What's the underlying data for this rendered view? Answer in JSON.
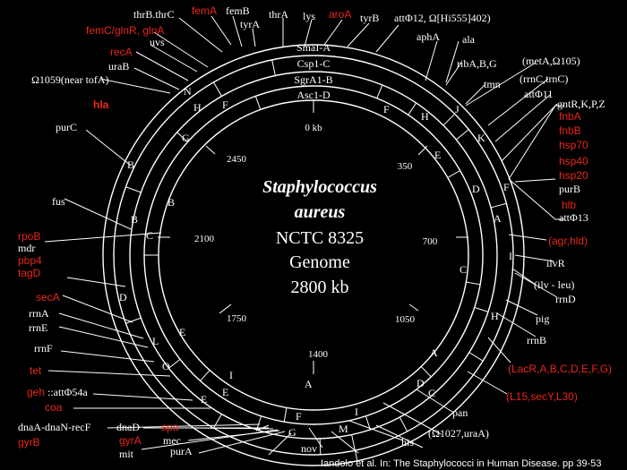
{
  "title": {
    "line1": "Staphylococcus",
    "line2": "aureus",
    "line3": "NCTC 8325",
    "line4": "Genome",
    "line5": "2800 kb"
  },
  "rings": [
    "SmaI-A",
    "Csp1-C",
    "SgrA1-B",
    "Asc1-D"
  ],
  "positions": {
    "p0": "0 kb",
    "p350": "350",
    "p700": "700",
    "p1050": "1050",
    "p1400": "1400",
    "p1750": "1750",
    "p2100": "2100",
    "p2450": "2450"
  },
  "fragments": {
    "f1": "F",
    "f2": "H",
    "f3": "J",
    "f4": "K",
    "f5": "F",
    "f6": "E",
    "f7": "D",
    "f8": "F",
    "f9": "A",
    "f10": "I",
    "f11": "C",
    "f12": "H",
    "f13": "A",
    "f14": "D",
    "f15": "C",
    "f16": "I",
    "f17": "M",
    "f18": "F",
    "f19": "G",
    "f20": "A",
    "f21": "I",
    "f22": "E",
    "f23": "E",
    "f24": "O",
    "f25": "L",
    "f26": "E",
    "f27": "D",
    "f28": "C",
    "f29": "B",
    "f30": "B",
    "f31": "B",
    "f32": "G",
    "f33": "F",
    "f34": "H",
    "f35": "N"
  },
  "genes": {
    "thrB": "thrB.thrC",
    "femA": "femA",
    "femB": "femB",
    "tyrA": "tyrA",
    "thrA": "thrA",
    "lys": "lys",
    "aroA": "aroA",
    "tyrB": "tyrB",
    "att12": "attΦ12, Ω[Hi555]402)",
    "aphA": "aphA",
    "ala": "ala",
    "femC": "femC/glnR, glnA",
    "uvs": "uvs",
    "recA": "recA",
    "uraB": "uraB",
    "omega1059": "Ω1059(near tofA)",
    "hla": "hla",
    "purC": "purC",
    "ribA": "ribA,B,G",
    "metA": "(metA,Ω105)",
    "tmn": "tmn",
    "rrnC": "(rrnC,trnC)",
    "att11": "attΦ11",
    "gntR": "gntR,K,P,Z",
    "fnbA": "fnbA",
    "fnbB": "fnbB",
    "hsp70": "hsp70",
    "hsp40": "hsp40",
    "hsp20": "hsp20",
    "purB": "purB",
    "hlb": "hlb",
    "att13": "attΦ13",
    "agr": "(agr,hld)",
    "ilvR": "ilvR",
    "ilvleu": "(ilv - leu)",
    "rrnD": "rrnD",
    "fus": "fus",
    "rpoB": "rpoB",
    "mdr": "mdr",
    "pbp4": "pbp4",
    "tagD": "tagD",
    "secA": "secA",
    "rrnA": "rrnA",
    "rrnE": "rrnE",
    "rrnF": "rrnF",
    "tet": "tet",
    "geh": "geh",
    "att54": "::attΦ54a",
    "coa": "coa",
    "dnaA": "dnaA-dnaN-recF",
    "gyrB": "gyrB",
    "dnaD": "dnaD",
    "gyrA": "gyrA",
    "mit": "mit",
    "spa": "spa",
    "mec": "mec",
    "purA": "purA",
    "nov": "nov",
    "his": "his",
    "omega1027": "(Ω1027,uraA)",
    "pan": "pan",
    "L15": "(L15,secY,L30)",
    "LacR": "(LacR,A,B,C,D,E,F,G)",
    "rrnB": "rrnB",
    "pig": "pig"
  },
  "citation": "Iandolo et al. In: The Staphylococci in Human Disease. pp 39-53",
  "colors": {
    "background": "#000000",
    "label": "#ffffff",
    "virulence": "#e8261e"
  }
}
